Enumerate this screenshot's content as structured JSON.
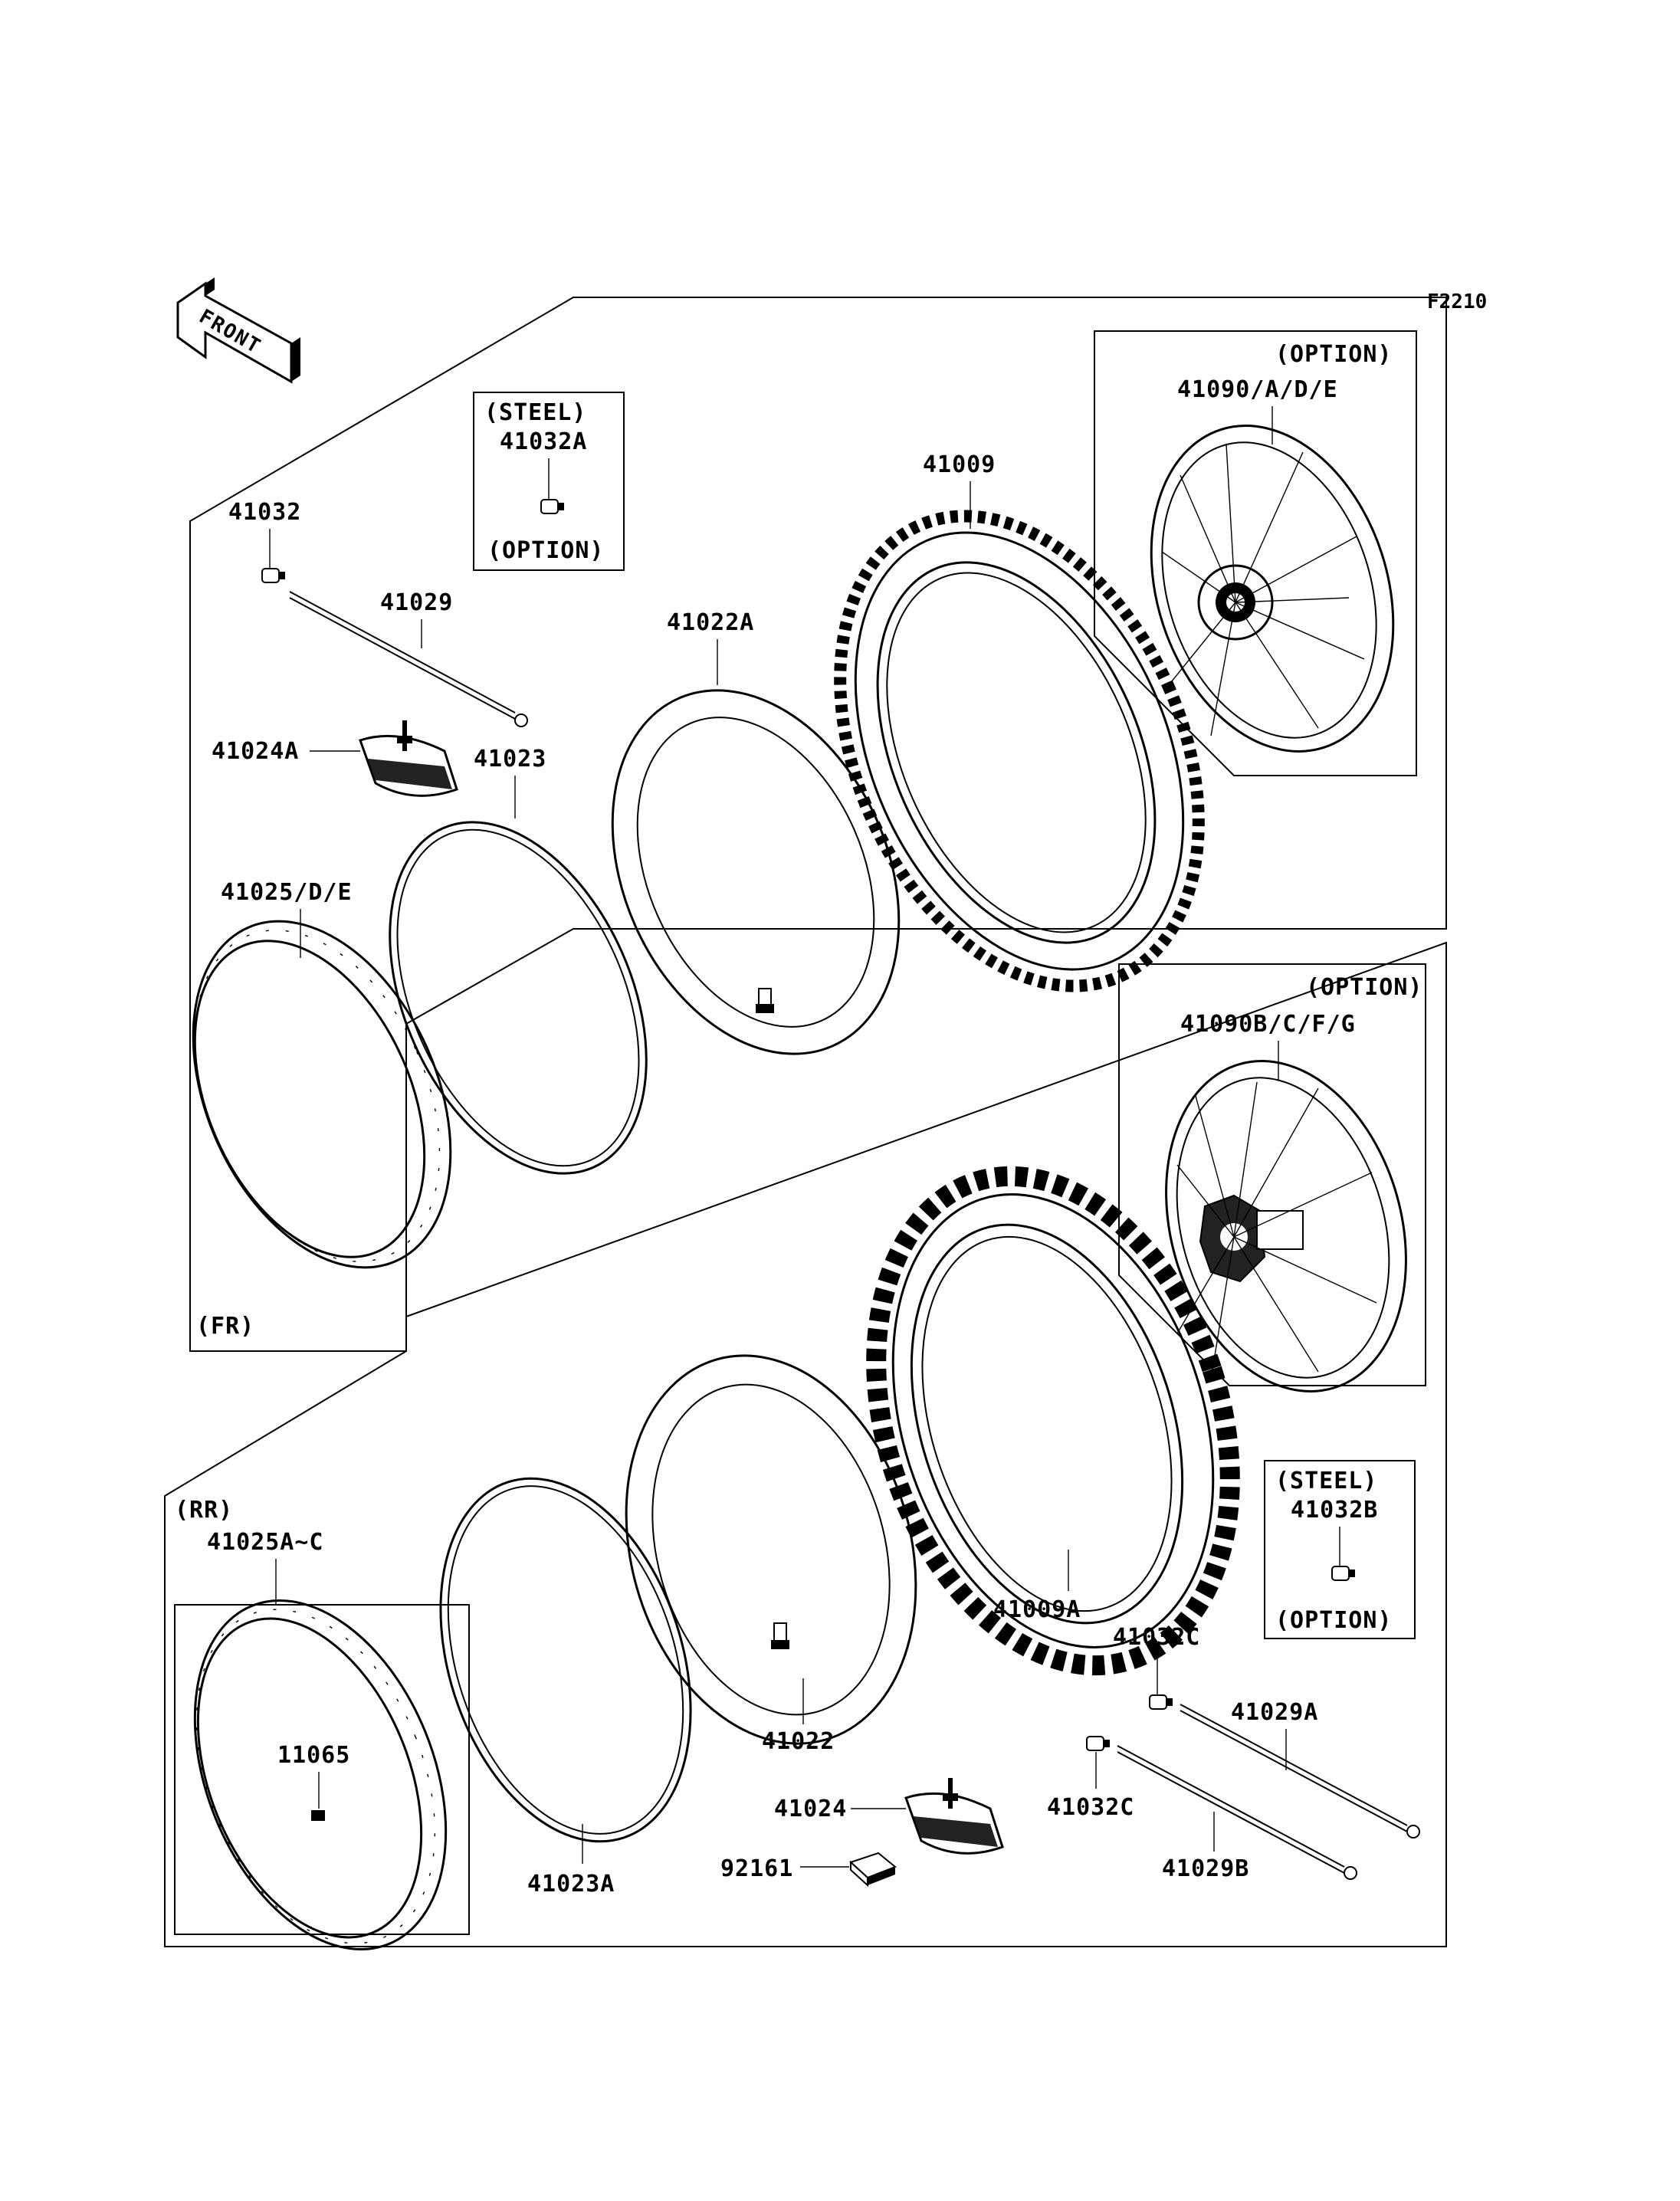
{
  "figure_code": "F2210",
  "front_marker": "FRONT",
  "sections": {
    "front": "(FR)",
    "rear": "(RR)"
  },
  "notes": {
    "steel": "(STEEL)",
    "option": "(OPTION)"
  },
  "parts": {
    "p41032": "41032",
    "p41032A": "41032A",
    "p41029": "41029",
    "p41024A": "41024A",
    "p41023": "41023",
    "p41025DE": "41025/D/E",
    "p41022A": "41022A",
    "p41009": "41009",
    "p41090ADE": "41090/A/D/E",
    "p41090BCFG": "41090B/C/F/G",
    "p41009A": "41009A",
    "p41032B": "41032B",
    "p41032C_1": "41032C",
    "p41032C_2": "41032C",
    "p41029A": "41029A",
    "p41029B": "41029B",
    "p41025AC": "41025A~C",
    "p11065": "11065",
    "p41023A": "41023A",
    "p41022": "41022",
    "p41024": "41024",
    "p92161": "92161"
  }
}
